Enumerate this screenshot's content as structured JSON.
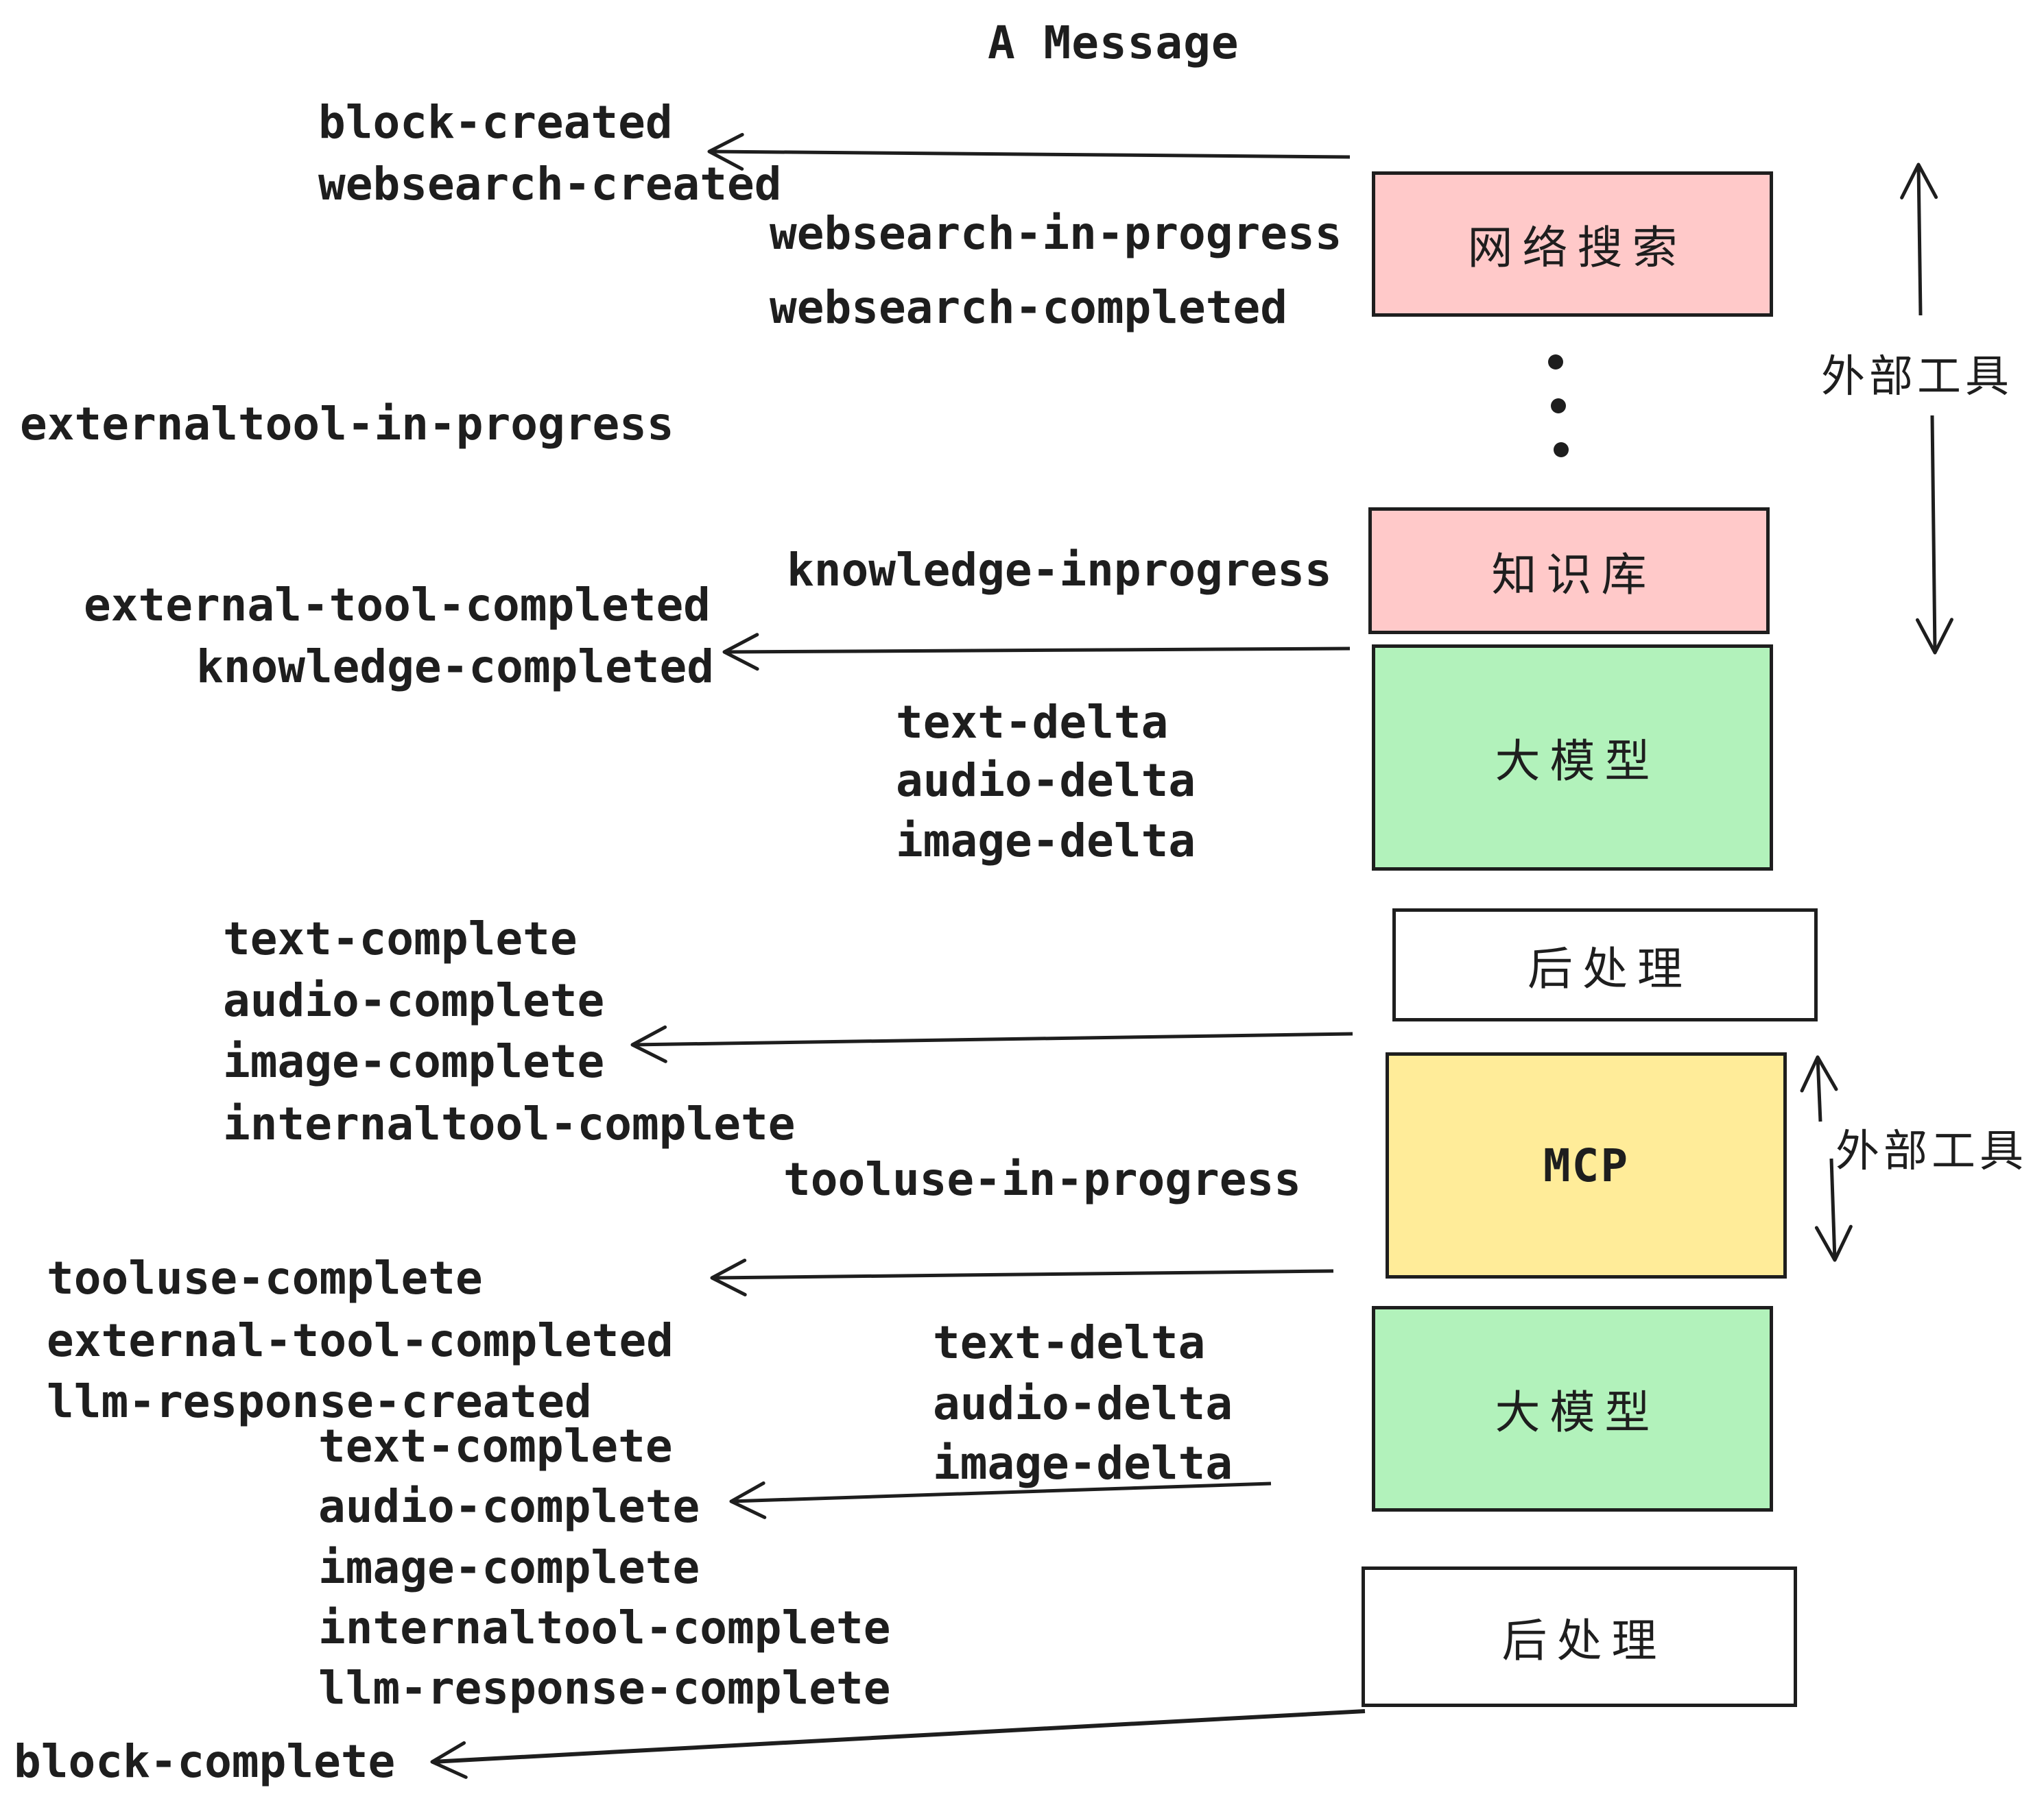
{
  "title": "A Message",
  "colors": {
    "box_pink": "#ffc9c9",
    "box_green": "#b2f2bb",
    "box_yellow": "#ffec99",
    "box_white": "#ffffff",
    "stroke": "#1e1e1e"
  },
  "boxes": [
    {
      "id": "websearch",
      "label": "网络搜索",
      "fill": "#ffc9c9"
    },
    {
      "id": "knowledge",
      "label": "知识库",
      "fill": "#ffc9c9"
    },
    {
      "id": "llm-1",
      "label": "大模型",
      "fill": "#b2f2bb"
    },
    {
      "id": "post-1",
      "label": "后处理",
      "fill": "#ffffff"
    },
    {
      "id": "mcp",
      "label": "MCP",
      "fill": "#ffec99"
    },
    {
      "id": "llm-2",
      "label": "大模型",
      "fill": "#b2f2bb"
    },
    {
      "id": "post-2",
      "label": "后处理",
      "fill": "#ffffff"
    }
  ],
  "side_labels": [
    {
      "text": "外部工具"
    },
    {
      "text": "外部工具"
    }
  ],
  "events": [
    {
      "text": "block-created"
    },
    {
      "text": "websearch-created"
    },
    {
      "text": "websearch-in-progress"
    },
    {
      "text": "websearch-completed"
    },
    {
      "text": "externaltool-in-progress"
    },
    {
      "text": "knowledge-inprogress"
    },
    {
      "text": "external-tool-completed"
    },
    {
      "text": "knowledge-completed"
    },
    {
      "text": "text-delta"
    },
    {
      "text": "audio-delta"
    },
    {
      "text": "image-delta"
    },
    {
      "text": "text-complete"
    },
    {
      "text": "audio-complete"
    },
    {
      "text": "image-complete"
    },
    {
      "text": "internaltool-complete"
    },
    {
      "text": "tooluse-in-progress"
    },
    {
      "text": "tooluse-complete"
    },
    {
      "text": "external-tool-completed"
    },
    {
      "text": "llm-response-created"
    },
    {
      "text": "text-delta"
    },
    {
      "text": "audio-delta"
    },
    {
      "text": "image-delta"
    },
    {
      "text": "text-complete"
    },
    {
      "text": "audio-complete"
    },
    {
      "text": "image-complete"
    },
    {
      "text": "internaltool-complete"
    },
    {
      "text": "llm-response-complete"
    },
    {
      "text": "block-complete"
    }
  ]
}
